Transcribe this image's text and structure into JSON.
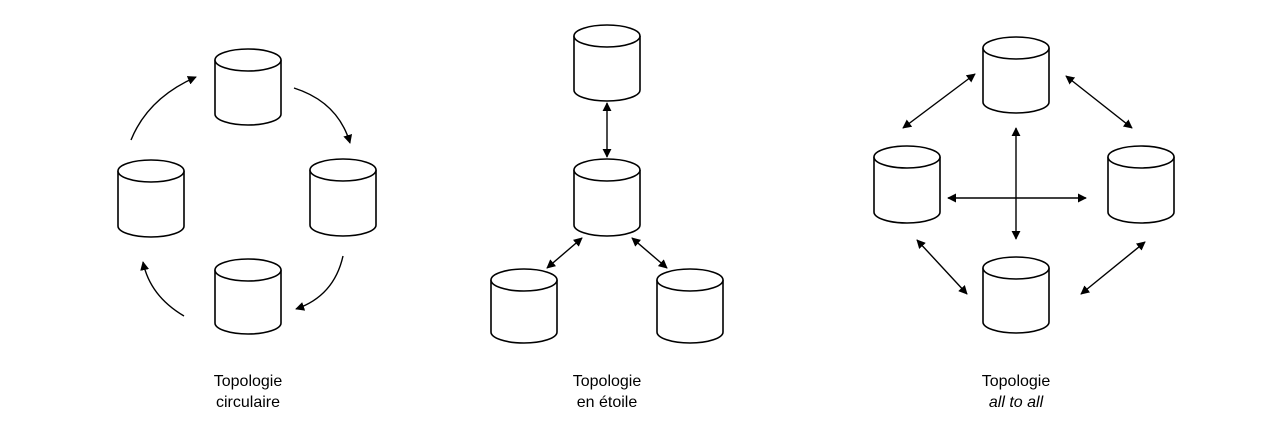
{
  "diagrams": [
    {
      "id": "circular",
      "caption_line1": "Topologie",
      "caption_line2": "circulaire",
      "caption_line2_italic": false
    },
    {
      "id": "star",
      "caption_line1": "Topologie",
      "caption_line2": "en étoile",
      "caption_line2_italic": false
    },
    {
      "id": "all-to-all",
      "caption_line1": "Topologie",
      "caption_line2": "all to all",
      "caption_line2_italic": true
    }
  ],
  "colors": {
    "stroke": "#000000",
    "fill": "#ffffff"
  }
}
